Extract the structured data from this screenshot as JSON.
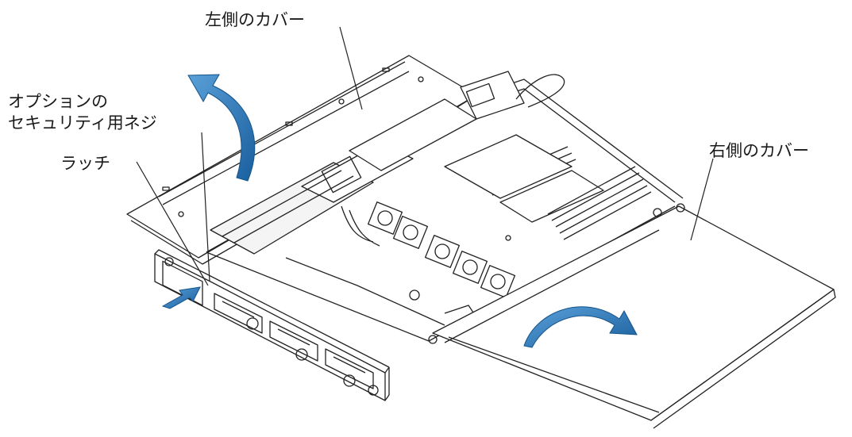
{
  "labels": {
    "left_cover": "左側のカバー",
    "optional_security_screw_line1": "オプションの",
    "optional_security_screw_line2": "セキュリティ用ネジ",
    "latch": "ラッチ",
    "right_cover": "右側のカバー"
  },
  "colors": {
    "arrow_blue": "#1f6fb0",
    "line_art": "#222222",
    "background": "#ffffff"
  },
  "icons": [
    "curved-arrow-up-icon",
    "push-arrow-icon",
    "curved-arrow-right-icon"
  ]
}
